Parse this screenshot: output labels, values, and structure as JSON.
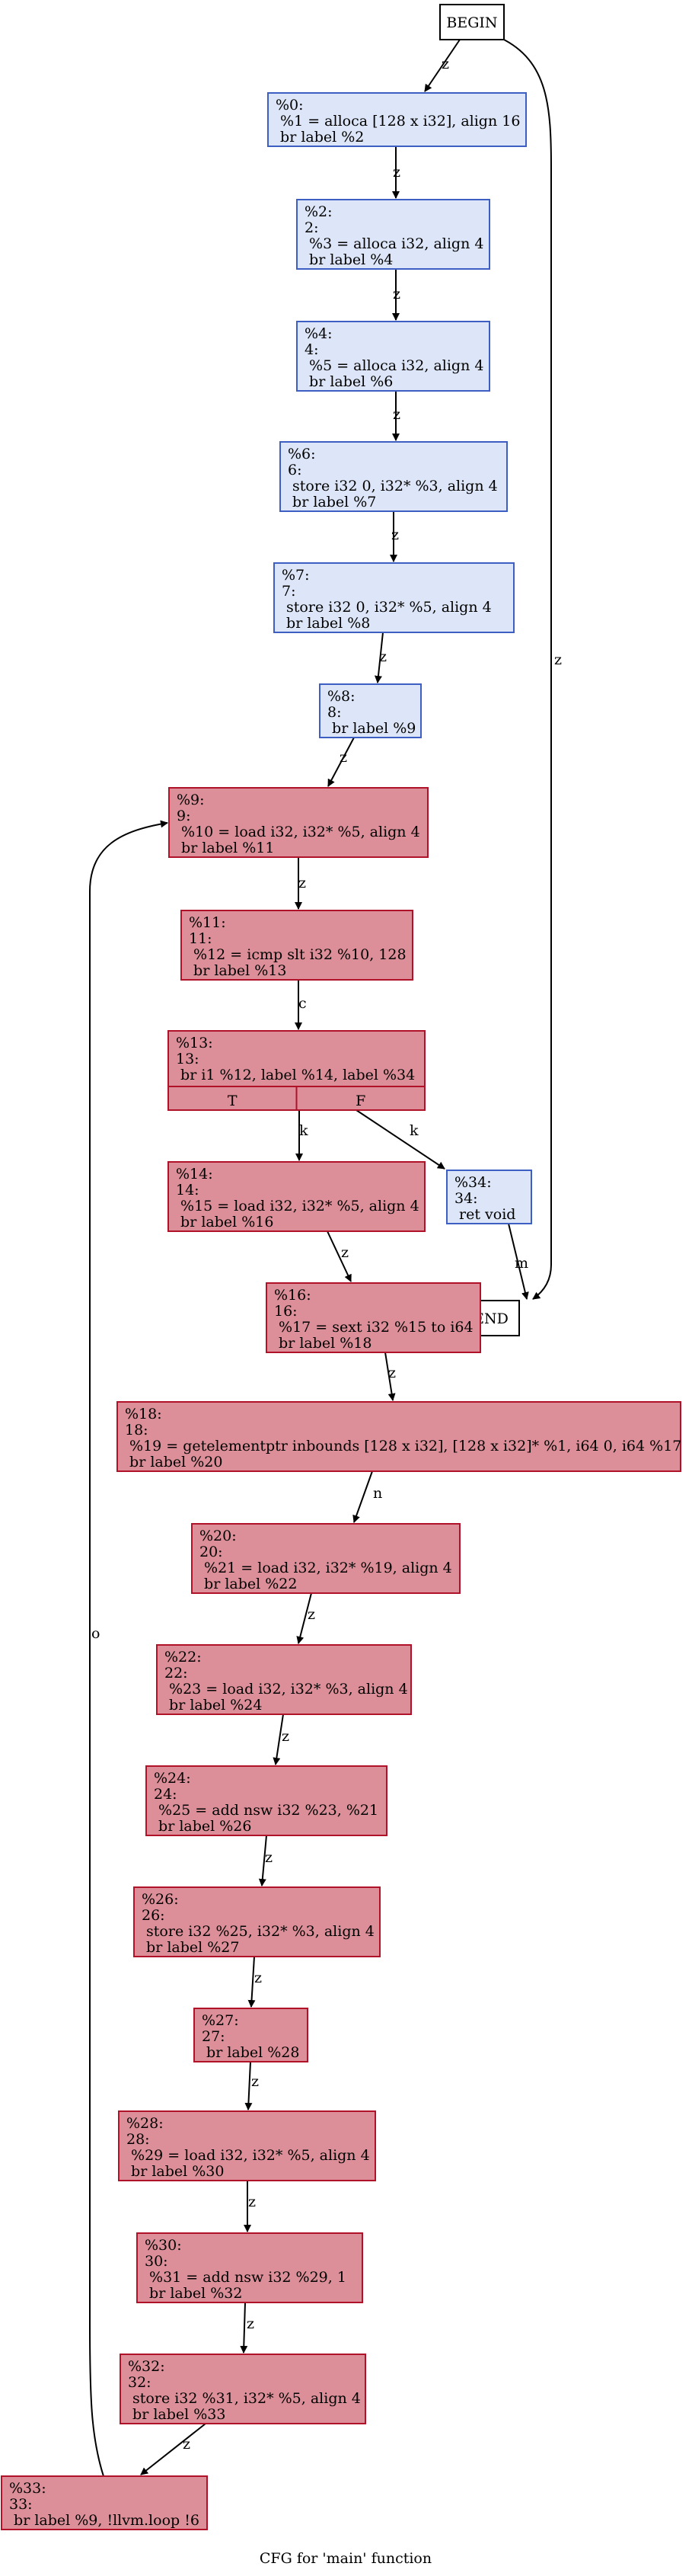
{
  "caption": "CFG for 'main' function",
  "colors": {
    "cold_fill": "#dde6f8",
    "cold_stroke": "#3d5fc4",
    "hot_fill": "#dc8f98",
    "hot_stroke": "#b0122a",
    "plain_fill": "#ffffff",
    "plain_stroke": "#000000"
  },
  "nodes": [
    {
      "id": "BEGIN",
      "style": "plain",
      "lines": [
        "BEGIN"
      ]
    },
    {
      "id": "n0",
      "style": "cold",
      "lines": [
        "%0:",
        " %1 = alloca [128 x i32], align 16",
        " br label %2"
      ]
    },
    {
      "id": "n2",
      "style": "cold",
      "lines": [
        "%2:",
        "2:",
        " %3 = alloca i32, align 4",
        " br label %4"
      ]
    },
    {
      "id": "n4",
      "style": "cold",
      "lines": [
        "%4:",
        "4:",
        " %5 = alloca i32, align 4",
        " br label %6"
      ]
    },
    {
      "id": "n6",
      "style": "cold",
      "lines": [
        "%6:",
        "6:",
        " store i32 0, i32* %3, align 4",
        " br label %7"
      ]
    },
    {
      "id": "n7",
      "style": "cold",
      "lines": [
        "%7:",
        "7:",
        " store i32 0, i32* %5, align 4",
        " br label %8"
      ]
    },
    {
      "id": "n8",
      "style": "cold",
      "lines": [
        "%8:",
        "8:",
        " br label %9"
      ]
    },
    {
      "id": "n9",
      "style": "hot",
      "lines": [
        "%9:",
        "9:",
        " %10 = load i32, i32* %5, align 4",
        " br label %11"
      ]
    },
    {
      "id": "n11",
      "style": "hot",
      "lines": [
        "%11:",
        "11:",
        " %12 = icmp slt i32 %10, 128",
        " br label %13"
      ]
    },
    {
      "id": "n13",
      "style": "hot",
      "lines": [
        "%13:",
        "13:",
        " br i1 %12, label %14, label %34"
      ],
      "ports": [
        "T",
        "F"
      ]
    },
    {
      "id": "n14",
      "style": "hot",
      "lines": [
        "%14:",
        "14:",
        " %15 = load i32, i32* %5, align 4",
        " br label %16"
      ]
    },
    {
      "id": "n34",
      "style": "cold",
      "lines": [
        "%34:",
        "34:",
        " ret void"
      ]
    },
    {
      "id": "END",
      "style": "plain",
      "lines": [
        "END"
      ]
    },
    {
      "id": "n16",
      "style": "hot",
      "lines": [
        "%16:",
        "16:",
        " %17 = sext i32 %15 to i64",
        " br label %18"
      ]
    },
    {
      "id": "n18",
      "style": "hot",
      "lines": [
        "%18:",
        "18:",
        " %19 = getelementptr inbounds [128 x i32], [128 x i32]* %1, i64 0, i64 %17",
        " br label %20"
      ]
    },
    {
      "id": "n20",
      "style": "hot",
      "lines": [
        "%20:",
        "20:",
        " %21 = load i32, i32* %19, align 4",
        " br label %22"
      ]
    },
    {
      "id": "n22",
      "style": "hot",
      "lines": [
        "%22:",
        "22:",
        " %23 = load i32, i32* %3, align 4",
        " br label %24"
      ]
    },
    {
      "id": "n24",
      "style": "hot",
      "lines": [
        "%24:",
        "24:",
        " %25 = add nsw i32 %23, %21",
        " br label %26"
      ]
    },
    {
      "id": "n26",
      "style": "hot",
      "lines": [
        "%26:",
        "26:",
        " store i32 %25, i32* %3, align 4",
        " br label %27"
      ]
    },
    {
      "id": "n27",
      "style": "hot",
      "lines": [
        "%27:",
        "27:",
        " br label %28"
      ]
    },
    {
      "id": "n28",
      "style": "hot",
      "lines": [
        "%28:",
        "28:",
        " %29 = load i32, i32* %5, align 4",
        " br label %30"
      ]
    },
    {
      "id": "n30",
      "style": "hot",
      "lines": [
        "%30:",
        "30:",
        " %31 = add nsw i32 %29, 1",
        " br label %32"
      ]
    },
    {
      "id": "n32",
      "style": "hot",
      "lines": [
        "%32:",
        "32:",
        " store i32 %31, i32* %5, align 4",
        " br label %33"
      ]
    },
    {
      "id": "n33",
      "style": "hot",
      "lines": [
        "%33:",
        "33:",
        " br label %9, !llvm.loop !6"
      ]
    }
  ],
  "edges": [
    {
      "from": "BEGIN",
      "to": "n0",
      "label": "z"
    },
    {
      "from": "BEGIN",
      "to": "END",
      "label": "z"
    },
    {
      "from": "n0",
      "to": "n2",
      "label": "z"
    },
    {
      "from": "n2",
      "to": "n4",
      "label": "z"
    },
    {
      "from": "n4",
      "to": "n6",
      "label": "z"
    },
    {
      "from": "n6",
      "to": "n7",
      "label": "z"
    },
    {
      "from": "n7",
      "to": "n8",
      "label": "z"
    },
    {
      "from": "n8",
      "to": "n9",
      "label": "z"
    },
    {
      "from": "n9",
      "to": "n11",
      "label": "z"
    },
    {
      "from": "n11",
      "to": "n13",
      "label": "c"
    },
    {
      "from": "n13",
      "to": "n14",
      "label": "k"
    },
    {
      "from": "n13",
      "to": "n34",
      "label": "k"
    },
    {
      "from": "n34",
      "to": "END",
      "label": "m"
    },
    {
      "from": "n14",
      "to": "n16",
      "label": "z"
    },
    {
      "from": "n16",
      "to": "n18",
      "label": "z"
    },
    {
      "from": "n18",
      "to": "n20",
      "label": "n"
    },
    {
      "from": "n20",
      "to": "n22",
      "label": "z"
    },
    {
      "from": "n22",
      "to": "n24",
      "label": "z"
    },
    {
      "from": "n24",
      "to": "n26",
      "label": "z"
    },
    {
      "from": "n26",
      "to": "n27",
      "label": "z"
    },
    {
      "from": "n27",
      "to": "n28",
      "label": "z"
    },
    {
      "from": "n28",
      "to": "n30",
      "label": "z"
    },
    {
      "from": "n30",
      "to": "n32",
      "label": "z"
    },
    {
      "from": "n32",
      "to": "n33",
      "label": "z"
    },
    {
      "from": "n33",
      "to": "n9",
      "label": "o"
    }
  ]
}
